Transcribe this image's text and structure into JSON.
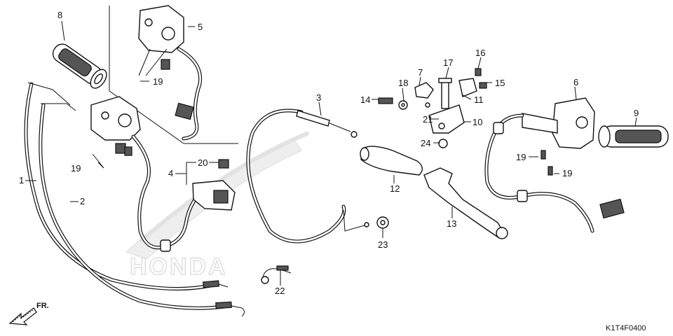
{
  "diagram": {
    "watermark": "HONDA",
    "direction_label": "FR.",
    "drawing_code": "K1T4F0400",
    "callouts": [
      "1",
      "2",
      "3",
      "4",
      "5",
      "6",
      "7",
      "8",
      "9",
      "10",
      "11",
      "12",
      "13",
      "14",
      "15",
      "16",
      "17",
      "18",
      "19",
      "19",
      "19",
      "19",
      "20",
      "21",
      "22",
      "23",
      "24"
    ]
  }
}
